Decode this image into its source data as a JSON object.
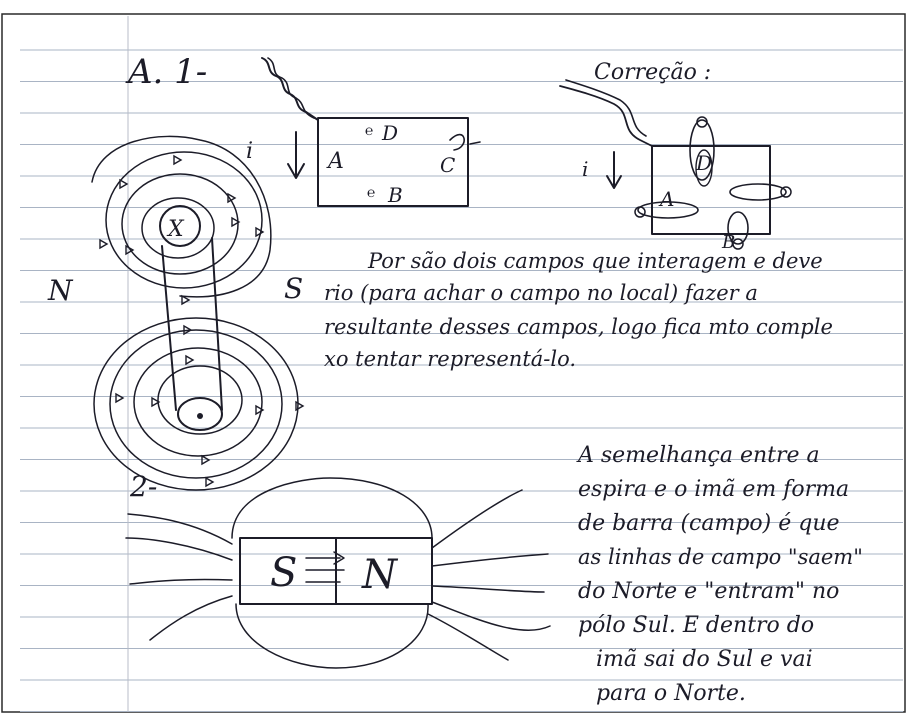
{
  "page": {
    "q1_header": "A. 1-",
    "correction_label": "Correção :",
    "labels": {
      "current_i_left": "i",
      "current_i_right": "i",
      "side_A": "A",
      "side_B": "B",
      "side_C": "C",
      "side_D": "D",
      "cross_symbol": "X",
      "pole_N_left": "N",
      "pole_S_left": "S",
      "q2_header": "2-",
      "magnet_S": "S",
      "magnet_N": "N"
    },
    "paragraph1": [
      "Por são dois campos que interagem e deve",
      "rio (para achar o campo no local) fazer a",
      "resultante desses campos, logo fica mto comple",
      "xo tentar representá-lo."
    ],
    "paragraph2": [
      "A semelhança entre a",
      "espira e o imã em forma",
      "de barra (campo) é que",
      "as linhas de campo \"saem\"",
      "do Norte e \"entram\" no",
      "pólo Sul. E dentro do",
      "imã sai do Sul e vai",
      "para o Norte."
    ]
  }
}
